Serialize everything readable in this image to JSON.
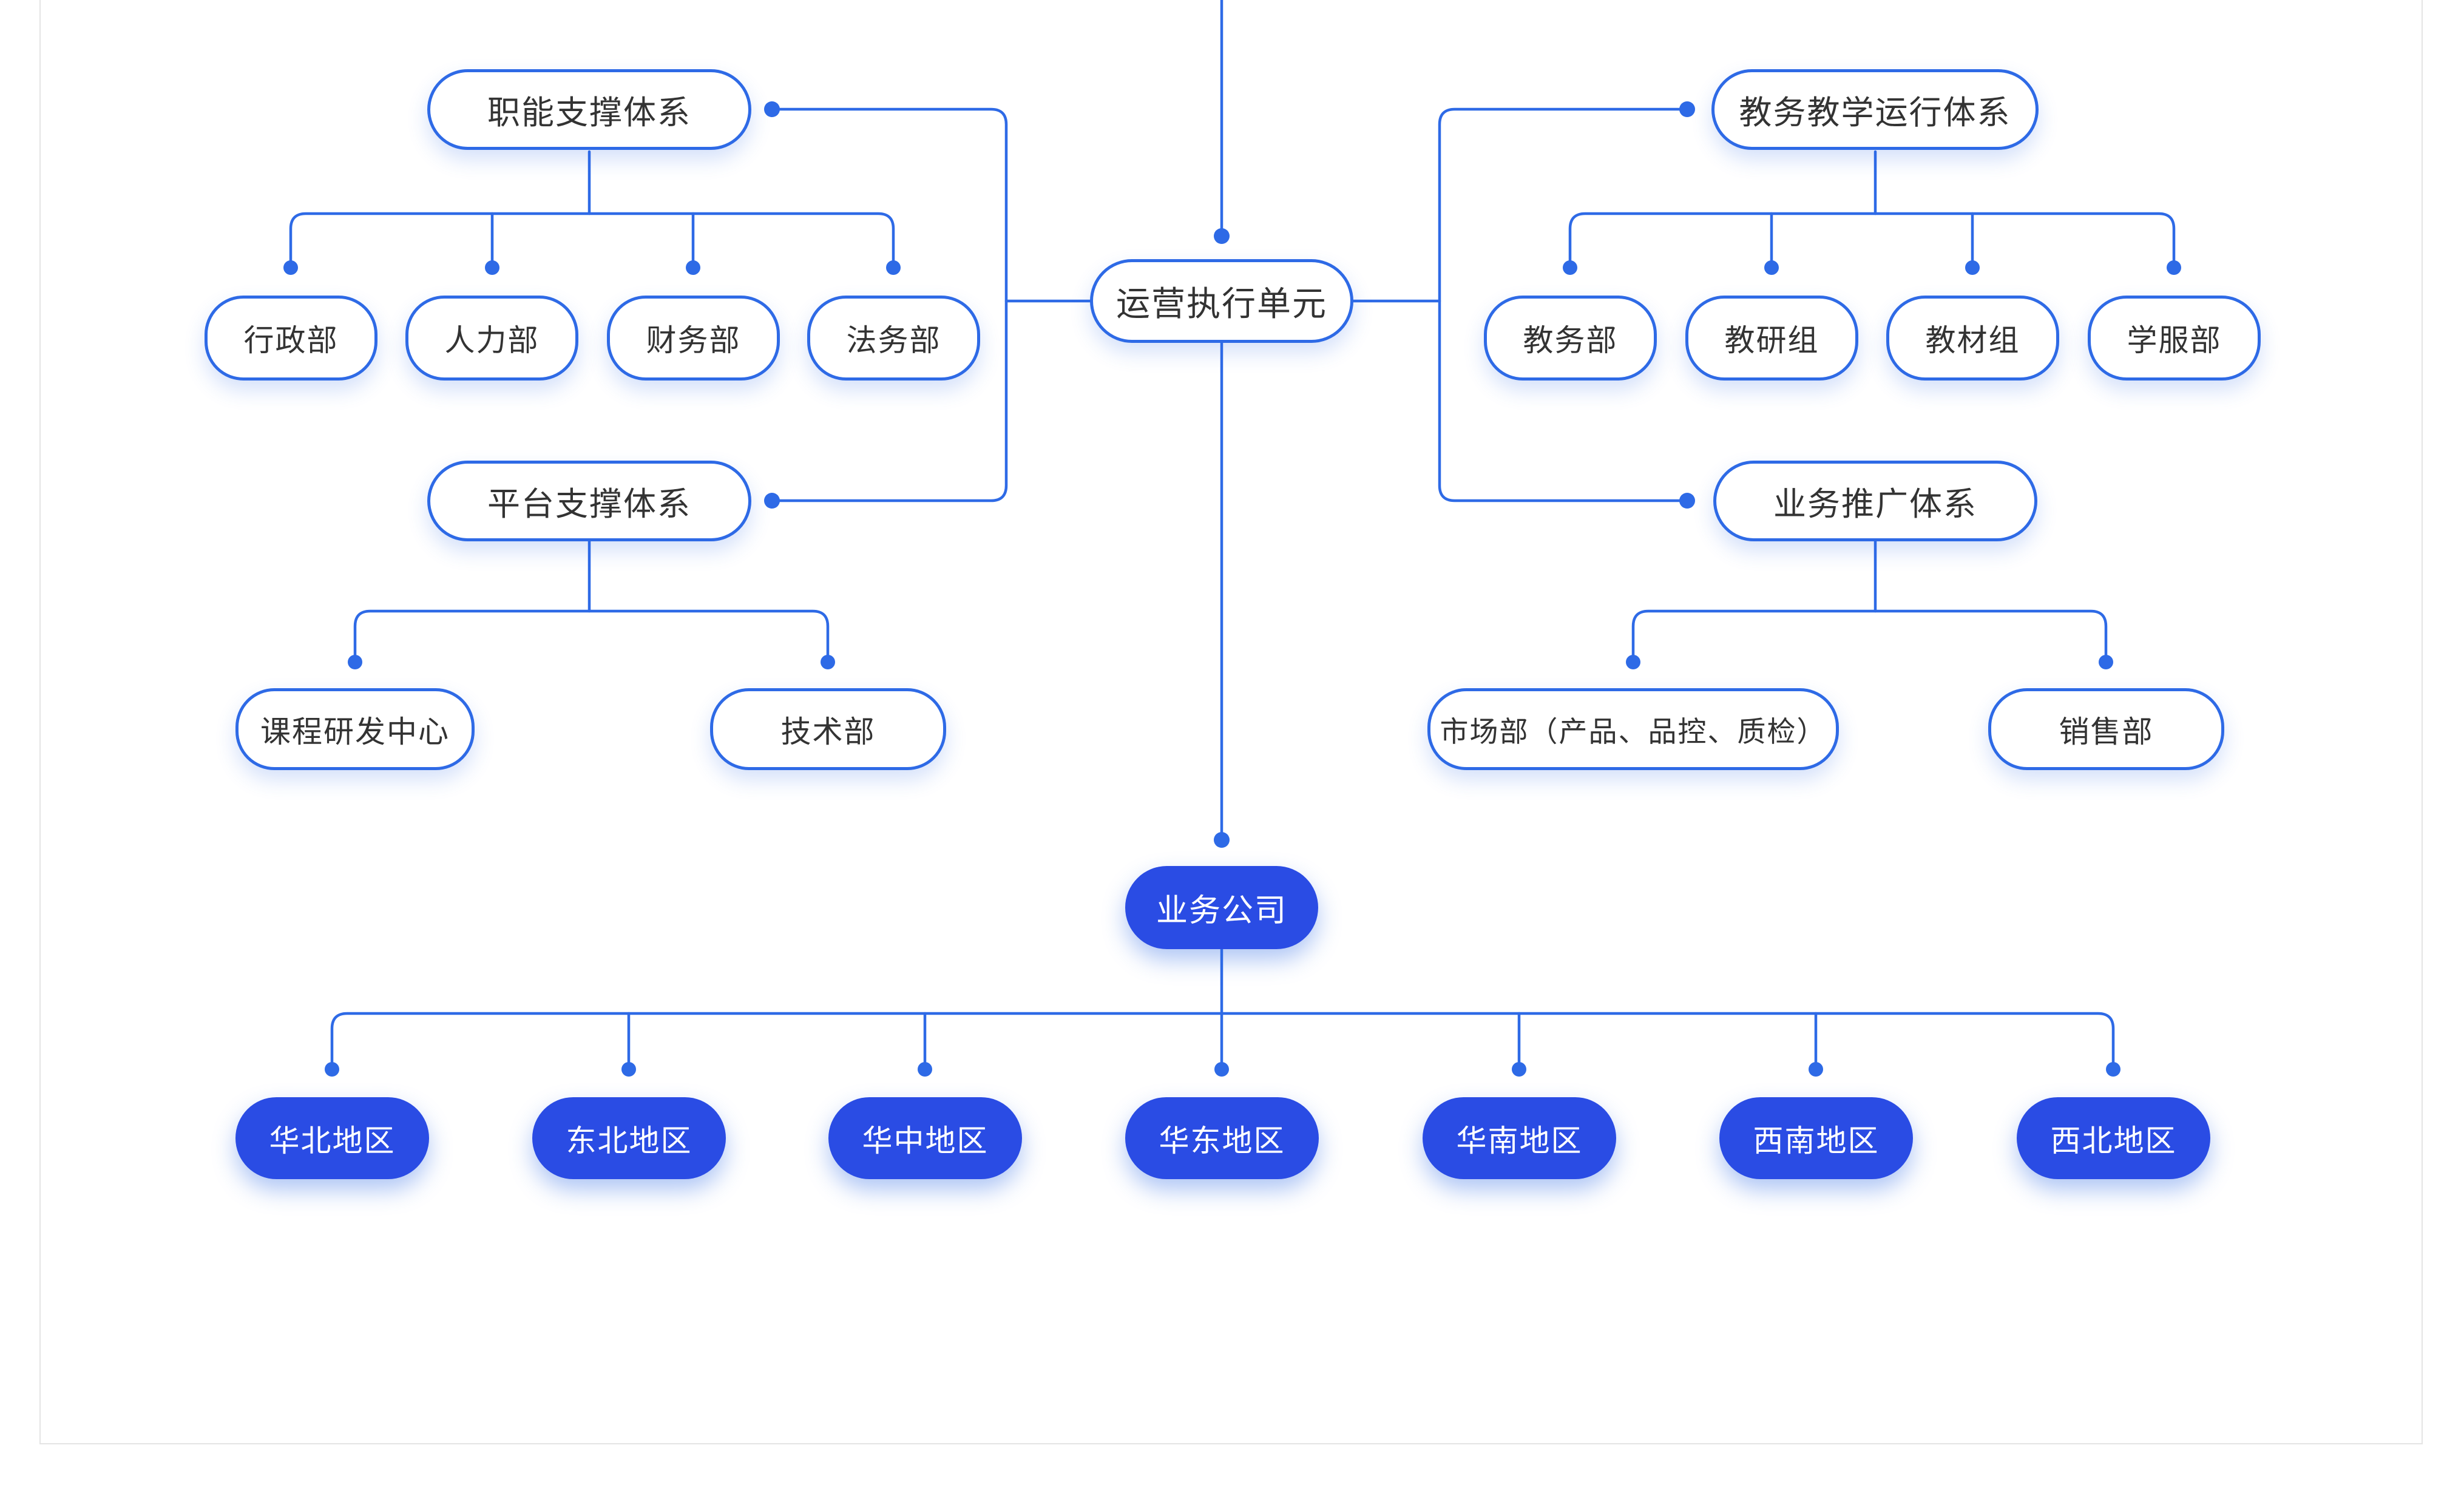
{
  "root": {
    "label": "运营执行单元"
  },
  "branches": [
    {
      "id": "functional-support",
      "label": "职能支撑体系",
      "children": [
        "行政部",
        "人力部",
        "财务部",
        "法务部"
      ]
    },
    {
      "id": "academic-operation",
      "label": "教务教学运行体系",
      "children": [
        "教务部",
        "教研组",
        "教材组",
        "学服部"
      ]
    },
    {
      "id": "platform-support",
      "label": "平台支撑体系",
      "children": [
        "课程研发中心",
        "技术部"
      ]
    },
    {
      "id": "business-promotion",
      "label": "业务推广体系",
      "children": [
        "市场部（产品、品控、质检）",
        "销售部"
      ]
    }
  ],
  "company": {
    "label": "业务公司",
    "regions": [
      "华北地区",
      "东北地区",
      "华中地区",
      "华东地区",
      "华南地区",
      "西南地区",
      "西北地区"
    ]
  },
  "colors": {
    "connector_line": "#2E6AE6",
    "filled_node": "#2A4CE4",
    "text_dark": "#333333",
    "text_light": "#FFFFFF",
    "canvas_frame": "#E4E4E4"
  }
}
